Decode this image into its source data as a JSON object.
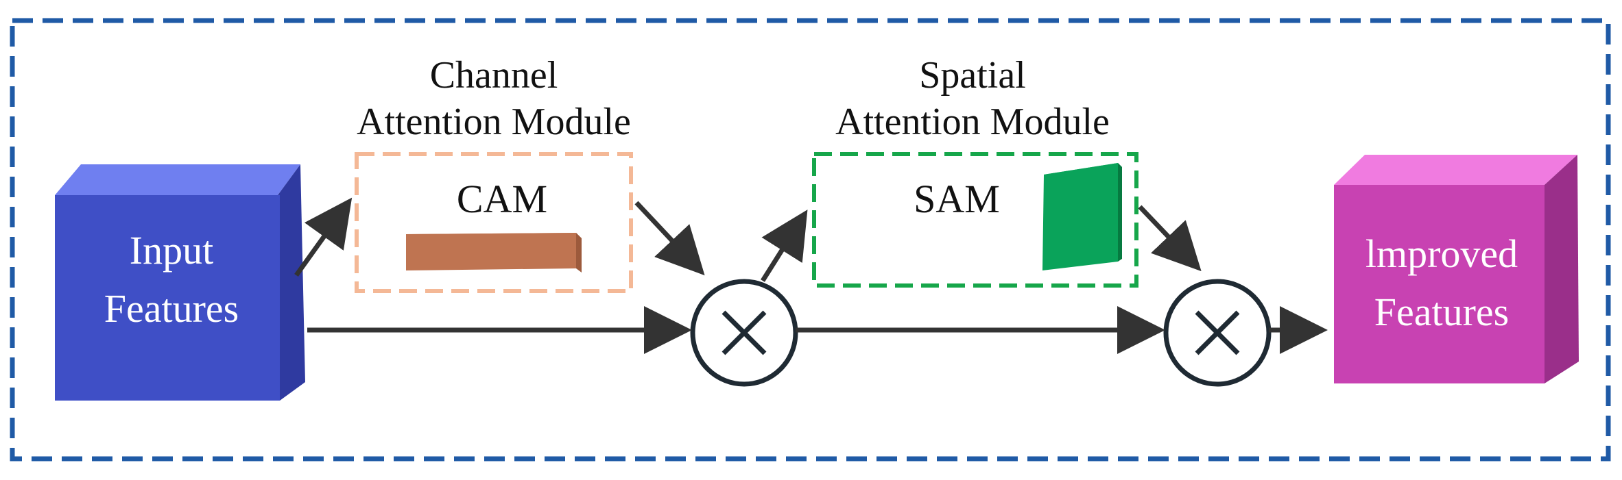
{
  "modules": {
    "cam": {
      "title_line1": "Channel",
      "title_line2": "Attention Module",
      "label": "CAM"
    },
    "sam": {
      "title_line1": "Spatial",
      "title_line2": "Attention Module",
      "label": "SAM"
    }
  },
  "blocks": {
    "input": {
      "line1": "Input",
      "line2": "Features"
    },
    "output": {
      "line1": "lmproved",
      "line2": "Features"
    }
  },
  "operators": {
    "multiply_symbol": "×"
  },
  "colors": {
    "outer_border": "#1f5aa6",
    "input_front": "#3f4fc6",
    "input_top": "#6f7ff0",
    "input_side": "#2f3aa0",
    "output_front": "#c842b2",
    "output_top": "#f07be0",
    "output_side": "#9a2f8a",
    "cam_border": "#f4b896",
    "cam_bar": "#bf7451",
    "sam_border": "#16a64a",
    "sam_block": "#0aa35a",
    "arrow": "#333333",
    "operator_stroke": "#1f2a33"
  }
}
